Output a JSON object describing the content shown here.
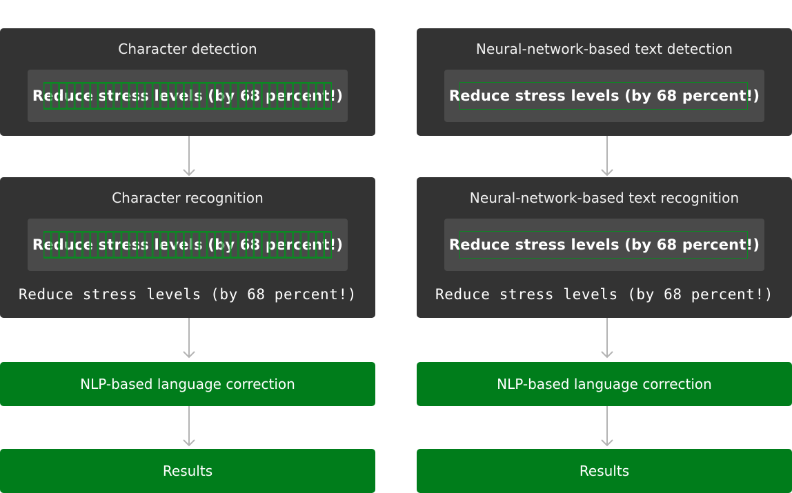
{
  "sample_text": "Reduce stress levels (by 68 percent!)",
  "colors": {
    "dark_stage": "#333333",
    "sample_panel": "#4a4a4a",
    "green_stage": "#007d1b",
    "box_outline": "#0a8a22",
    "arrow": "#b3b3b3"
  },
  "left_pipeline": {
    "detection_title": "Character detection",
    "recognition_title": "Character recognition",
    "recognized_output": "Reduce stress levels (by 68 percent!)",
    "correction_label": "NLP-based language correction",
    "results_label": "Results"
  },
  "right_pipeline": {
    "detection_title": "Neural-network-based text detection",
    "recognition_title": "Neural-network-based text recognition",
    "recognized_output": "Reduce stress levels (by 68 percent!)",
    "correction_label": "NLP-based language correction",
    "results_label": "Results"
  }
}
